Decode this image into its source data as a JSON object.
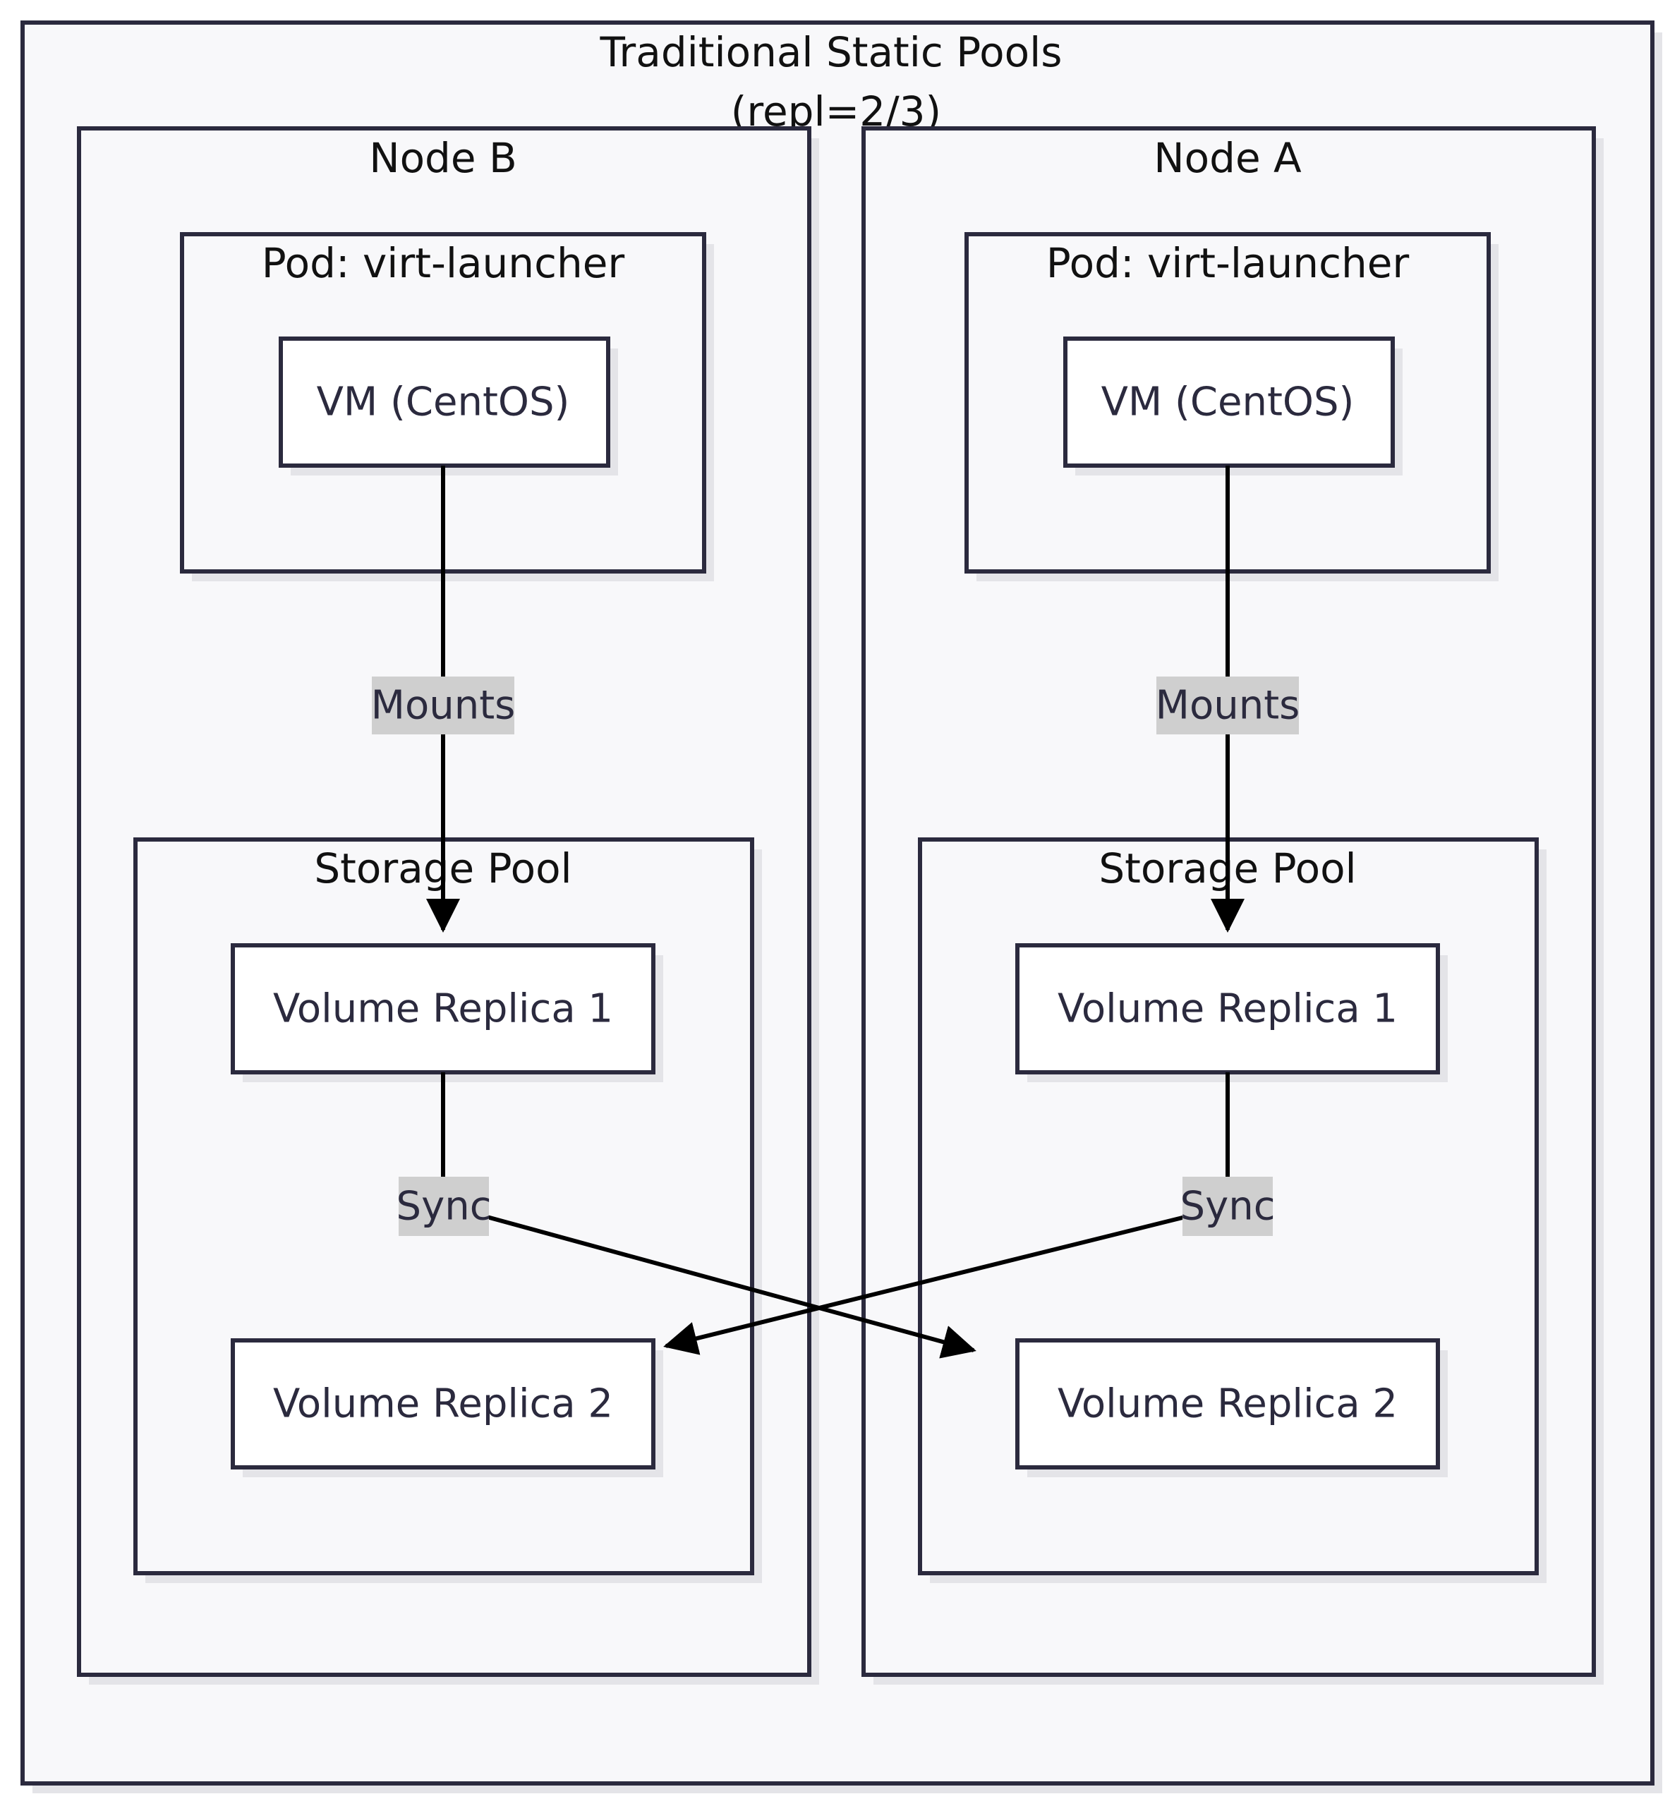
{
  "diagram": {
    "outer_title_line1": "Traditional Static Pools",
    "outer_title_line2": "(repl=2/3)",
    "nodes": [
      {
        "title": "Node B",
        "pod_title": "Pod: virt-launcher",
        "vm_label": "VM (CentOS)",
        "mounts_label": "Mounts",
        "pool_title": "Storage Pool",
        "replica1_label": "Volume Replica 1",
        "sync_label": "Sync",
        "replica2_label": "Volume Replica 2"
      },
      {
        "title": "Node A",
        "pod_title": "Pod: virt-launcher",
        "vm_label": "VM (CentOS)",
        "mounts_label": "Mounts",
        "pool_title": "Storage Pool",
        "replica1_label": "Volume Replica 1",
        "sync_label": "Sync",
        "replica2_label": "Volume Replica 2"
      }
    ],
    "colors": {
      "stroke": "#2b2a3e",
      "cluster_fill": "#f8f8fa",
      "node_fill": "#ffffff",
      "edge_label_bg": "#cfcfcf"
    }
  }
}
